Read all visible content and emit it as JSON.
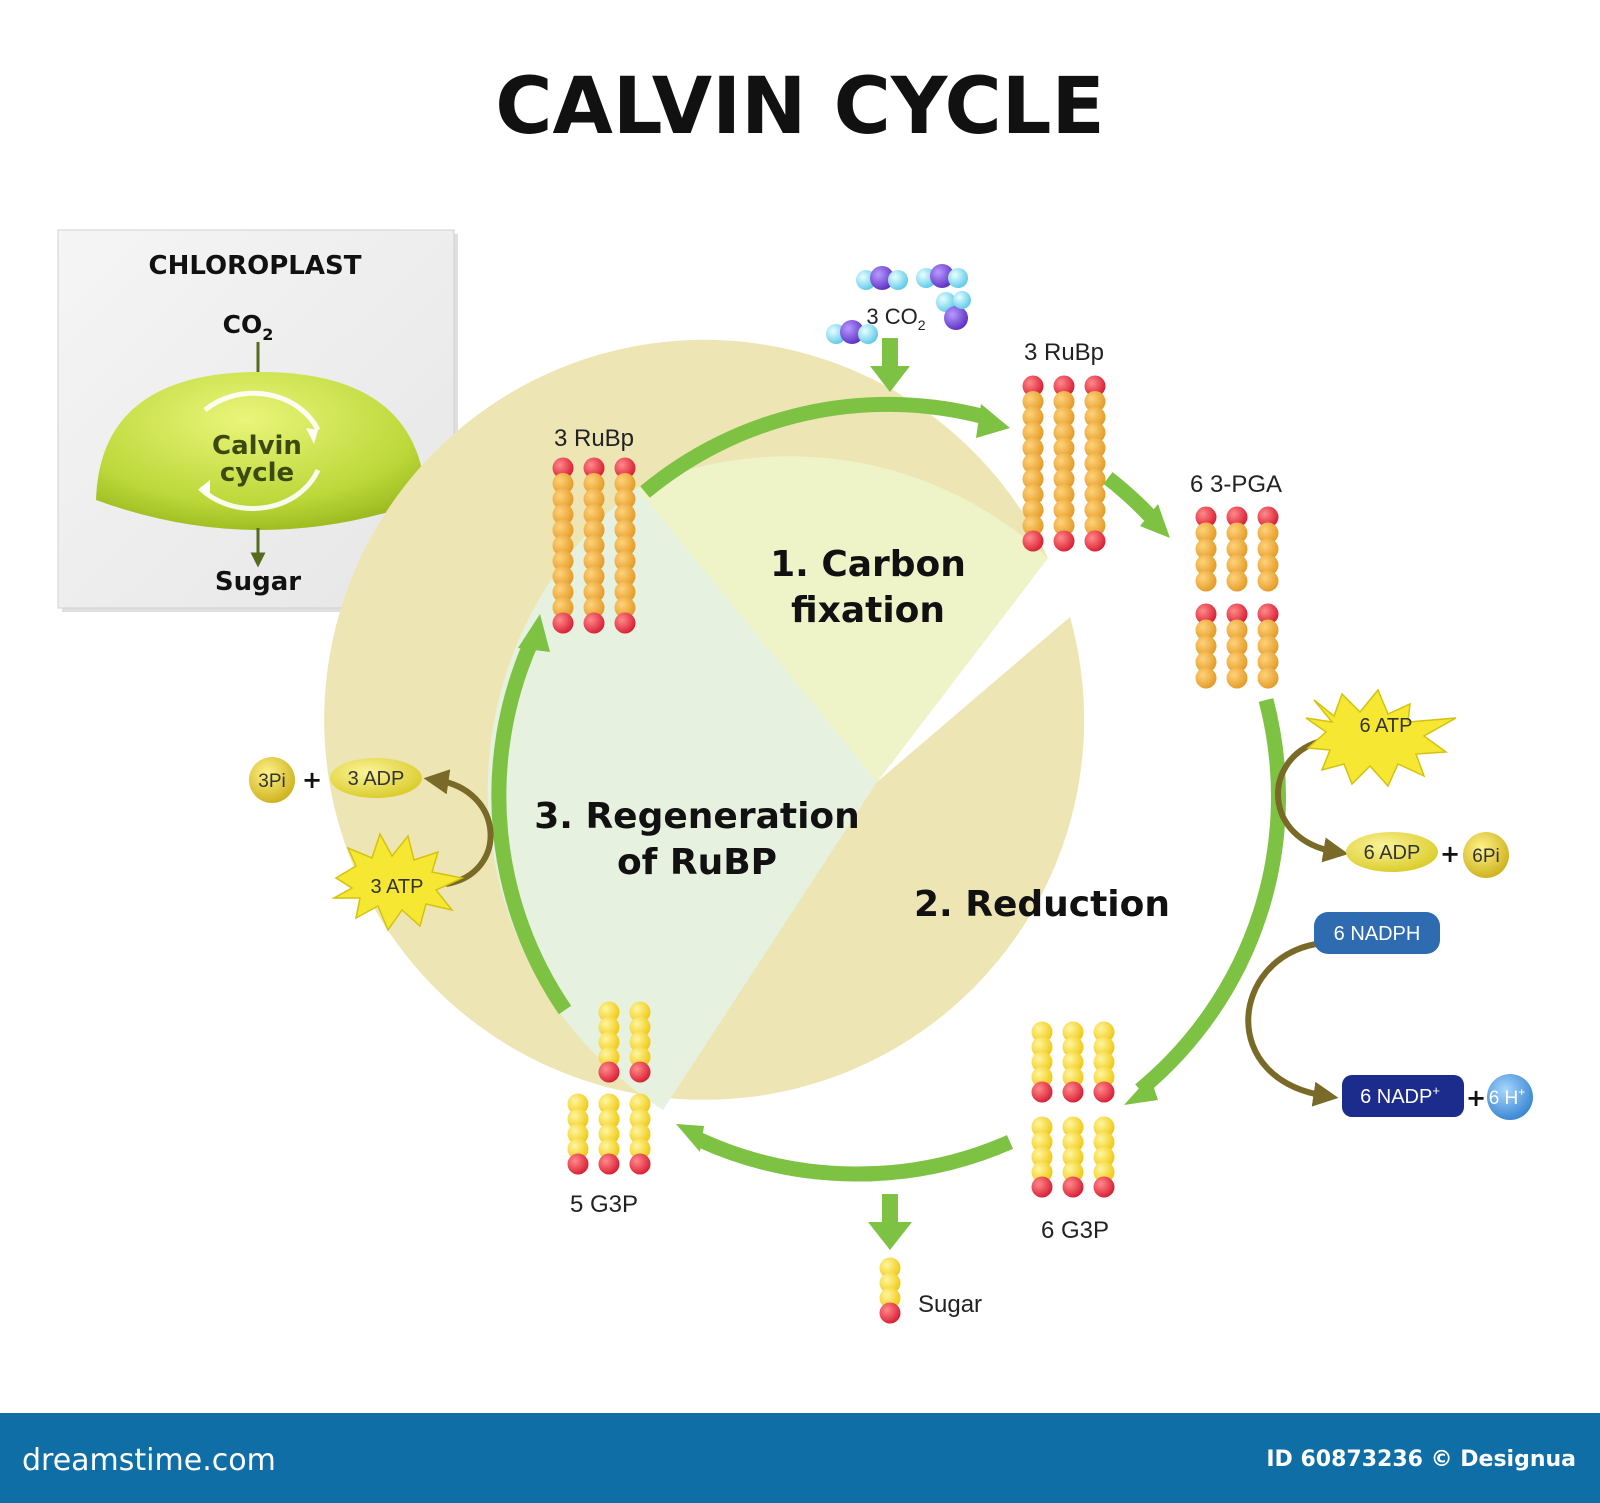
{
  "title": "CALVIN CYCLE",
  "inset": {
    "heading": "CHLOROPLAST",
    "input": "CO",
    "input_sub": "2",
    "center_line1": "Calvin",
    "center_line2": "cycle",
    "output": "Sugar"
  },
  "stages": {
    "fixation_line1": "1. Carbon",
    "fixation_line2": "fixation",
    "regen_line1": "3. Regeneration",
    "regen_line2": "of RuBP",
    "reduction": "2. Reduction"
  },
  "molecules": {
    "co2_in": "3 CO",
    "co2_in_sub": "2",
    "rubp_top": "3 RuBp",
    "rubp_left": "3 RuBp",
    "pga": "6 3-PGA",
    "g3p_right": "6 G3P",
    "g3p_left": "5 G3P",
    "sugar": "Sugar"
  },
  "cofactors": {
    "atp_right": "6 ATP",
    "adp_right": "6 ADP",
    "pi_right": "6Pi",
    "nadph": "6 NADPH",
    "nadp": "6 NADP",
    "nadp_sup": "+",
    "h": "6 H",
    "h_sup": "+",
    "atp_left": "3 ATP",
    "adp_left": "3 ADP",
    "pi_left": "3Pi",
    "plus": "+"
  },
  "footer": {
    "logo": "dreamstime.com",
    "id": "ID 60873236 © Designua"
  },
  "colors": {
    "cycle_arrow": "#7dc243",
    "sector_fixation": "#eef3c8",
    "sector_reduction": "#ede6b4",
    "sector_regen": "#e6f1df",
    "atom_red": "#e0243a",
    "atom_orange": "#f0a830",
    "atom_yellow": "#f6dc18",
    "nadph_blue": "#2e6bb0",
    "nadp_navy": "#1c2c8c",
    "cofactor_arrow": "#7a6a28",
    "footer_blue": "#0f6ea6"
  }
}
